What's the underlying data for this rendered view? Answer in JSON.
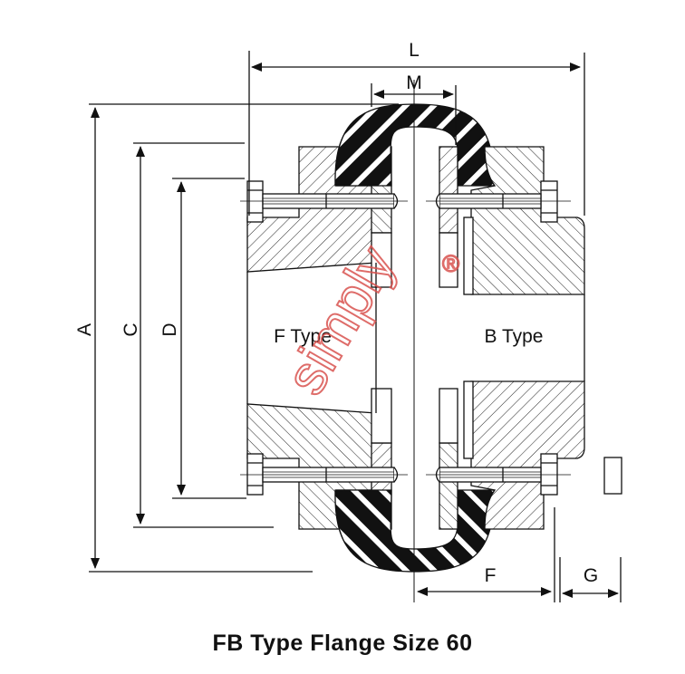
{
  "title": "FB Type Flange Size 60",
  "dimensions": {
    "L": "L",
    "M": "M",
    "A": "A",
    "C": "C",
    "D": "D",
    "F": "F",
    "G": "G"
  },
  "labels": {
    "left_type": "F Type",
    "right_type": "B Type"
  },
  "watermark": {
    "text": "simply",
    "mark": "®",
    "color": "#d9534f"
  },
  "colors": {
    "line": "#111111",
    "background": "#ffffff"
  }
}
